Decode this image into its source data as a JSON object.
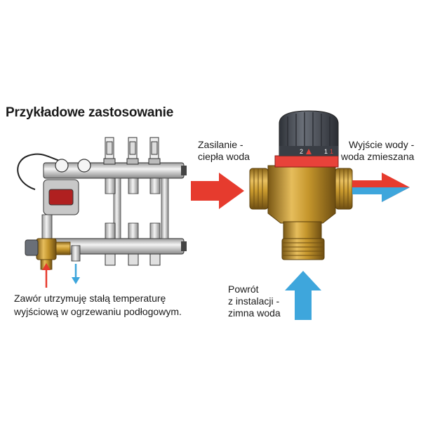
{
  "title": "Przykładowe zastosowanie",
  "labels": {
    "supply": "Zasilanie -\nciepła woda",
    "mixed_out": "Wyjście wody -\nwoda zmieszana",
    "return": "Powrót\nz instalacji -\nzimna woda",
    "caption": "Zawór utrzymuję stałą temperaturę\nwyjściową w ogrzewaniu podłogowym."
  },
  "knob_scale": {
    "left": "2",
    "right": "1",
    "right_min": "1"
  },
  "colors": {
    "hot": "#e63b2e",
    "cold": "#3ea6dc",
    "brass": "#c99a2e",
    "knob": "#4a4e56",
    "ring": "#e8423a"
  },
  "icons": {
    "hot_arrow": "arrow-right-icon",
    "cold_arrow": "arrow-up-icon",
    "out_arrow": "arrow-right-icon"
  }
}
